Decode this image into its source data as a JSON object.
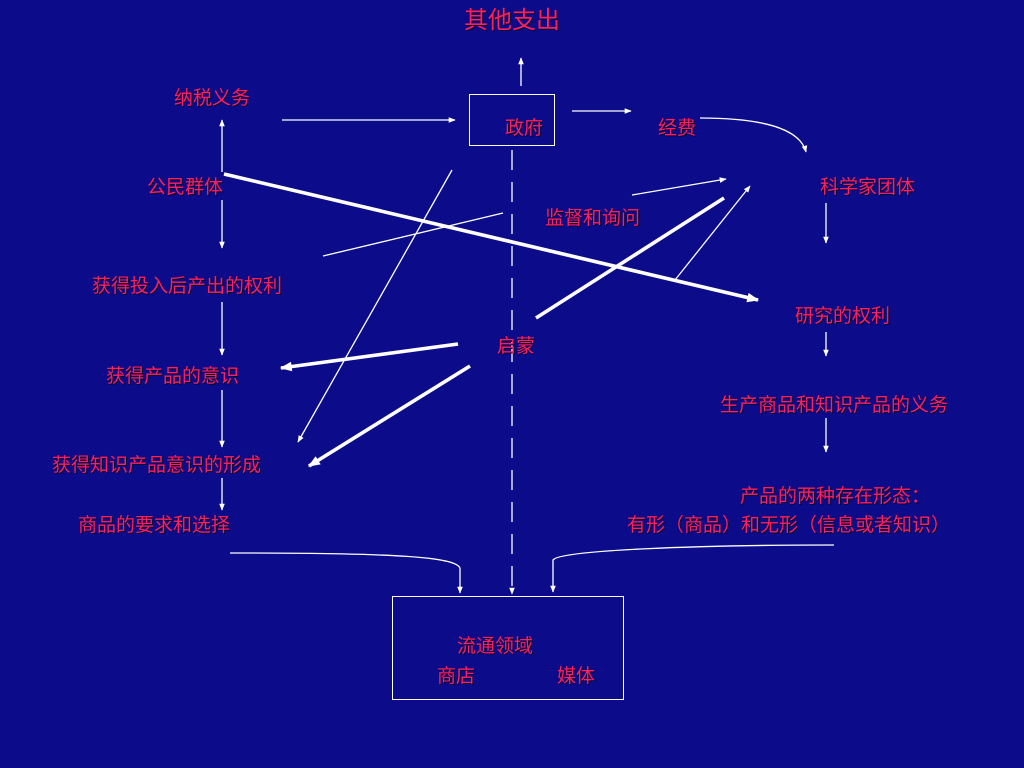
{
  "nodes": {
    "other_expenses": "其他支出",
    "tax_obligation": "纳税义务",
    "government": "政府",
    "funding": "经费",
    "citizen_group": "公民群体",
    "supervision_inquiry": "监督和询问",
    "scientist_group": "科学家团体",
    "output_rights": "获得投入后产出的权利",
    "research_rights": "研究的权利",
    "enlightenment": "启蒙",
    "product_awareness": "获得产品的意识",
    "production_duty": "生产商品和知识产品的义务",
    "knowledge_awareness": "获得知识产品意识的形成",
    "two_forms_line1": "产品的两种存在形态：",
    "two_forms_line2": "有形（商品）和无形（信息或者知识）",
    "goods_demand": "商品的要求和选择",
    "circulation": "流通领域",
    "shop": "商店",
    "media": "媒体"
  },
  "colors": {
    "background": "#0c0c8a",
    "text": "#ff1f5a",
    "lines": "#ffffff"
  }
}
